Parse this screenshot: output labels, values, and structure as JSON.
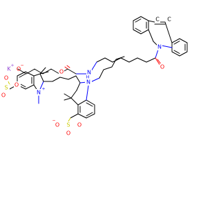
{
  "molecule": {
    "labels": {
      "K": "K",
      "K_charge": "+",
      "O_minus": "O",
      "minus_sign": "−",
      "S": "S",
      "O": "O",
      "N": "N",
      "N_plus": "N",
      "plus_sign": "+",
      "NH": "N",
      "H": "H",
      "C": "C"
    },
    "colors": {
      "carbon": "#000000",
      "nitrogen": "#0000ff",
      "oxygen": "#ff0000",
      "sulfur": "#cccc00",
      "potassium": "#8f40d4"
    }
  }
}
